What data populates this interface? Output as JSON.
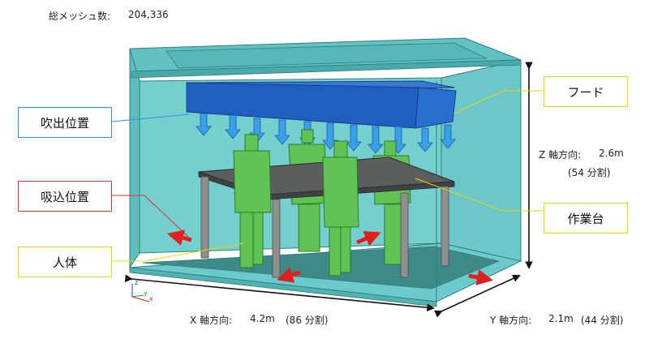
{
  "mesh": {
    "label": "総メッシュ数:",
    "value": "204,336"
  },
  "callouts": {
    "blow": "吹出位置",
    "suction": "吸込位置",
    "human": "人体",
    "hood": "フード",
    "workbench": "作業台"
  },
  "axes": {
    "z": {
      "dir": "Z 軸方向:",
      "length": "2.6m",
      "divisions": "(54 分割)"
    },
    "x": {
      "dir": "X 軸方向:",
      "length": "4.2m",
      "divisions": "(86 分割)"
    },
    "y": {
      "dir": "Y 軸方向:",
      "length": "2.1m",
      "divisions": "(44 分割)"
    }
  },
  "triad": {
    "z": "z",
    "y": "y",
    "x": "x"
  },
  "colors": {
    "room": "#6cc8c8",
    "hood": "#1e5fc0",
    "table_top": "#5a5e5e",
    "table_leg": "#8f8f8f",
    "human": "#60c454",
    "floor": "#3f8a87",
    "blow_arrow": "#3a9ee8",
    "suction_arrow": "#e02020",
    "blow_border": "#3a8fd8",
    "suction_border": "#e03030",
    "hood_border": "#e8d800"
  }
}
